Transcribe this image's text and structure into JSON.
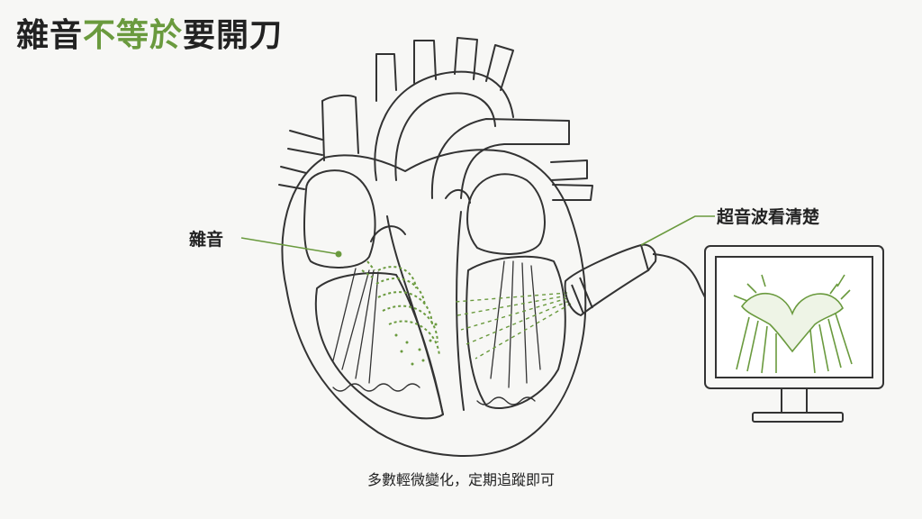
{
  "title": {
    "part1": "雜音",
    "part2": "不等於",
    "part3": "要開刀"
  },
  "labels": {
    "murmur": "雜音",
    "ultrasound": "超音波看清楚"
  },
  "caption": "多數輕微變化，定期追蹤即可",
  "colors": {
    "accent": "#6a9a3e",
    "ink": "#222222",
    "line": "#333333",
    "background": "#f7f7f5"
  }
}
